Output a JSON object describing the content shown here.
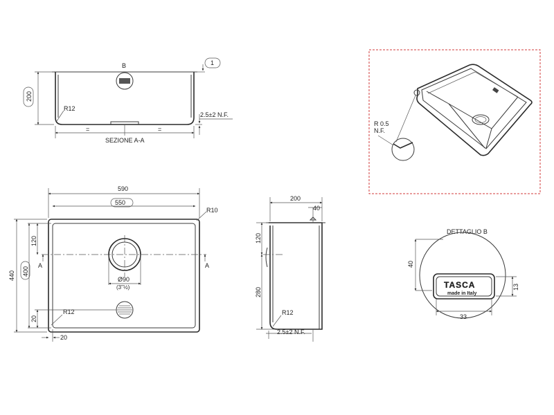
{
  "section": {
    "title": "SEZIONE A-A",
    "detail_marker": "B",
    "height": "200",
    "radius": "R12",
    "tolerance": "2.5±2 N.F.",
    "balloon": "1",
    "equal_left": "=",
    "equal_right": "="
  },
  "plan": {
    "width_outer": "590",
    "width_inner": "550",
    "radius_top": "R10",
    "height_outer": "440",
    "height_inner": "400",
    "drain_offset": "120",
    "bottom_offset": "20",
    "drain_diameter": "Ø90",
    "drain_inch": "(3\"½)",
    "radius": "R12",
    "left_offset": "20",
    "cut_left": "A",
    "cut_right": "A"
  },
  "side": {
    "depth": "200",
    "flange": "40",
    "top_offset": "120",
    "lower_height": "280",
    "radius": "R12",
    "tolerance": "2.5±2 N.F."
  },
  "iso": {
    "radius_note": "R 0.5",
    "radius_note2": "N.F."
  },
  "detail": {
    "title": "DETTAGLIO B",
    "logo_text": "TASCA",
    "logo_sub": "made in Italy",
    "height": "40",
    "width": "33",
    "inner": "13"
  },
  "colors": {
    "line": "#3a3a3a",
    "frame": "#d23a3a"
  }
}
